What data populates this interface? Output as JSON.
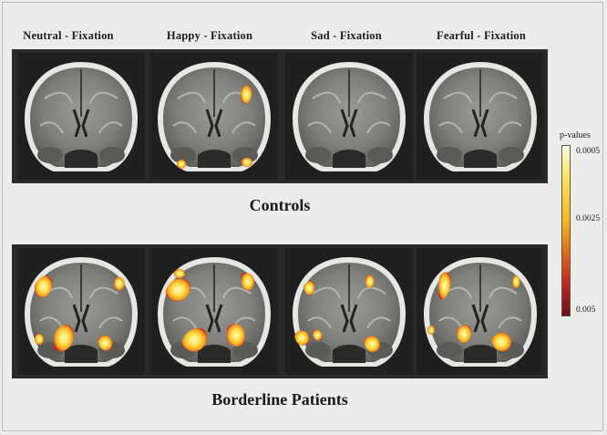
{
  "columns": [
    "Neutral - Fixation",
    "Happy - Fixation",
    "Sad - Fixation",
    "Fearful - Fixation"
  ],
  "groups": {
    "top": "Controls",
    "bottom": "Borderline Patients"
  },
  "legend": {
    "title": "p-values",
    "ticks": [
      "0.0005",
      "0.0025",
      "0.005"
    ],
    "colors": {
      "high": "#fffde6",
      "mid_high": "#ffe45c",
      "mid": "#f5b41e",
      "mid_low": "#e47818",
      "low": "#c82820",
      "darkest": "#6e0f14"
    }
  }
}
